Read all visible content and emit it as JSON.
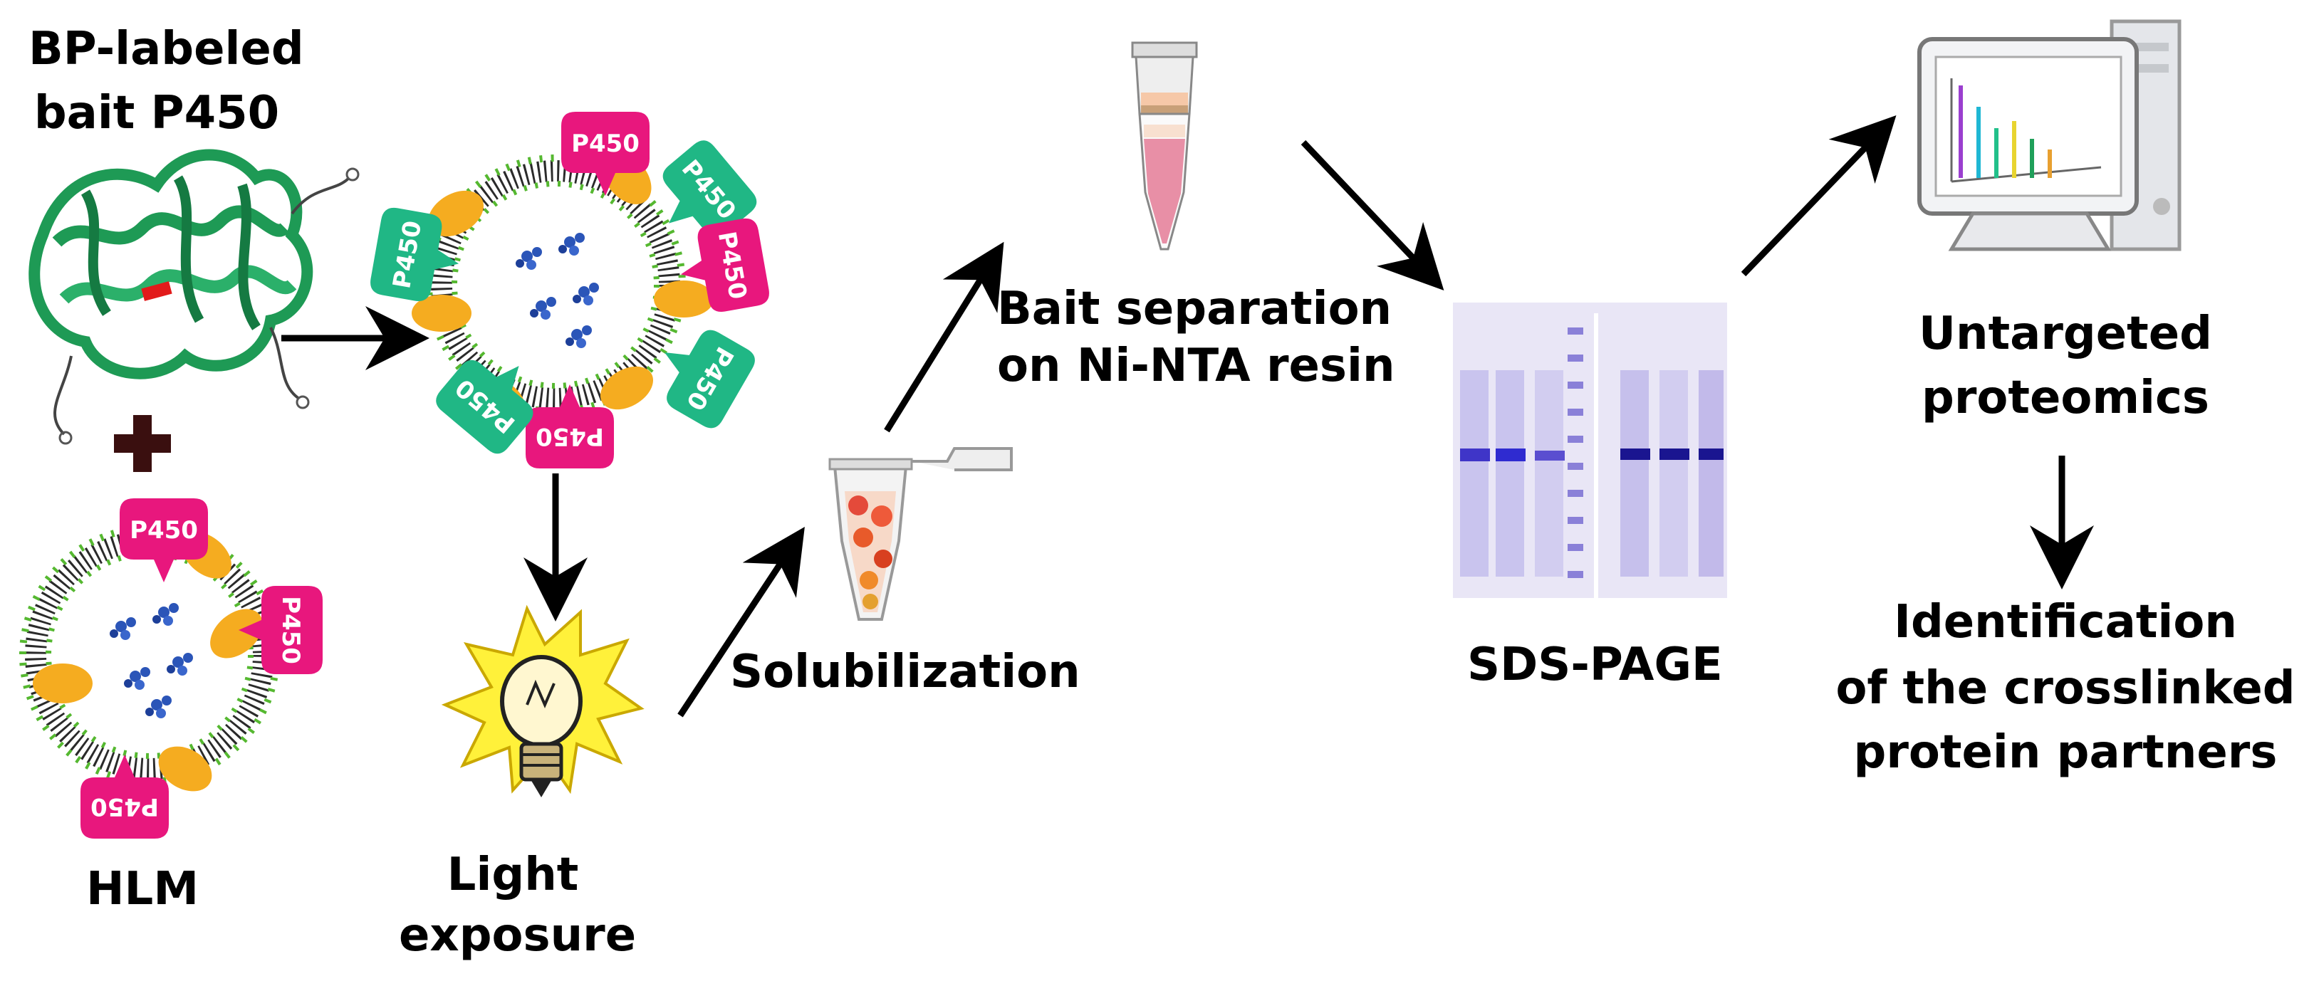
{
  "labels": {
    "bait_line1": "BP-labeled",
    "bait_line2": "bait P450",
    "hlm": "HLM",
    "light_line1": "Light",
    "light_line2": "exposure",
    "solubilization": "Solubilization",
    "separation_line1": "Bait separation",
    "separation_line2": "on Ni-NTA resin",
    "sds_page": "SDS-PAGE",
    "proteomics_line1": "Untargeted",
    "proteomics_line2": "proteomics",
    "identification_line1": "Identification",
    "identification_line2": "of the crosslinked",
    "identification_line3": "protein partners"
  },
  "tag": "P450",
  "icons": [
    "protein-structure-icon",
    "plus-icon",
    "liposome-icon",
    "light-bulb-icon",
    "microtube-icon",
    "spin-column-icon",
    "gel-icon",
    "computer-icon"
  ],
  "colors": {
    "protein_green": "#1e9a55",
    "tag_pink": "#e8177d",
    "tag_green": "#20b785",
    "orange_protein": "#f5ac20",
    "gel_purple": "#5a4ed0",
    "arrow": "#000000",
    "plus": "#3a0f0f"
  }
}
